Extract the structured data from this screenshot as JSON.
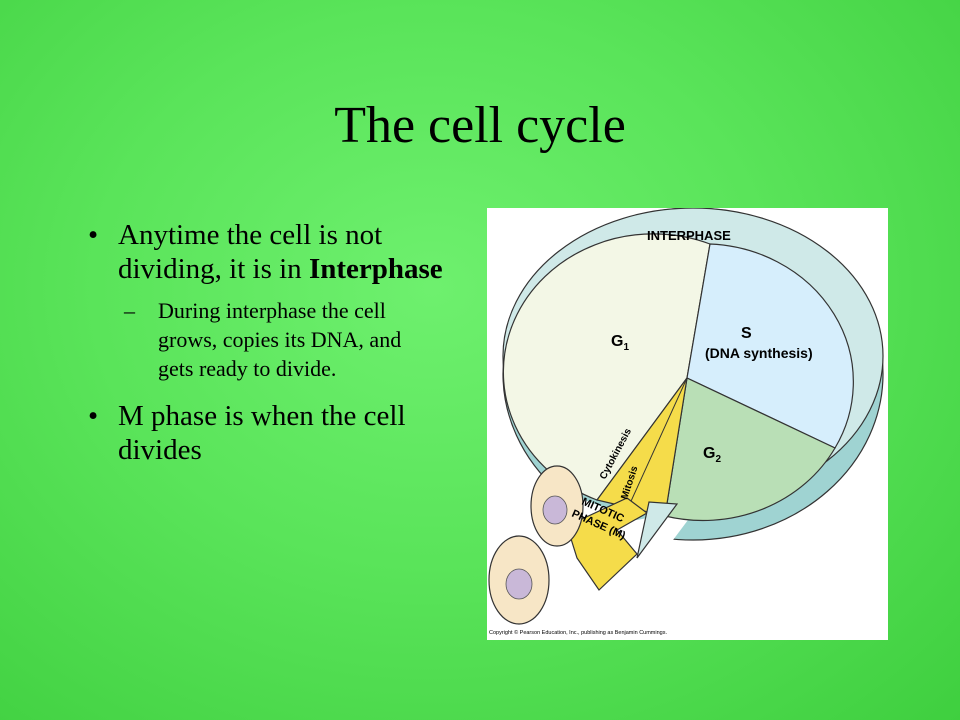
{
  "slide": {
    "title": "The cell cycle",
    "bullets": [
      {
        "text_prefix": "Anytime the cell is not dividing, it is in ",
        "text_bold": "Interphase"
      },
      {
        "text": "M phase is when the cell divides"
      }
    ],
    "sub_bullet": "During interphase the cell grows, copies its DNA, and gets ready to divide.",
    "bullet_glyph": "•",
    "sub_glyph": "–"
  },
  "figure": {
    "interphase_label": "INTERPHASE",
    "g1_label": "G",
    "g1_sub": "1",
    "s_label": "S",
    "s_desc": "(DNA synthesis)",
    "g2_label": "G",
    "g2_sub": "2",
    "cytokinesis_label": "Cytokinesis",
    "mitosis_label": "Mitosis",
    "mitotic_label_1": "MITOTIC",
    "mitotic_label_2": "PHASE (M)",
    "copyright": "Copyright © Pearson Education, Inc., publishing as Benjamin Cummings.",
    "colors": {
      "ring": "#cfe9e8",
      "ring_side": "#9fd3d2",
      "g1": "#f3f7e6",
      "s": "#d6eefc",
      "g2": "#b9dfb6",
      "mitotic": "#f5dc4a",
      "cell_fill": "#f7e6c6",
      "nucleus": "#c9b8d8"
    }
  }
}
